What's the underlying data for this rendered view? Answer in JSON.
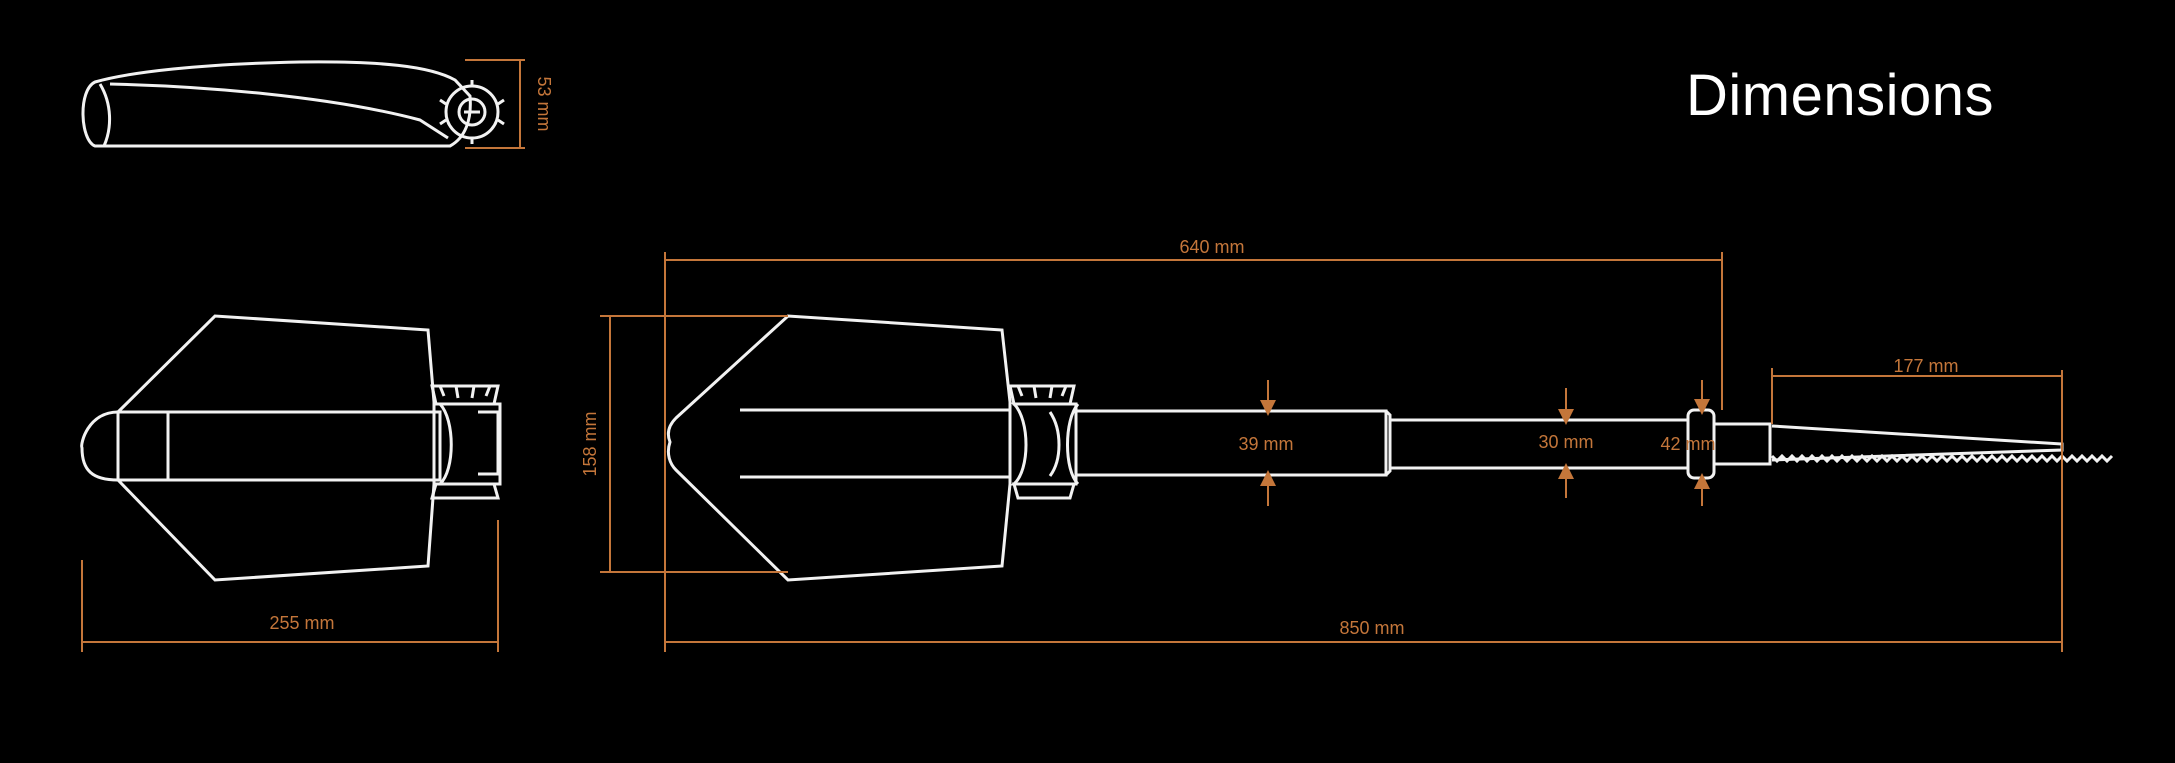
{
  "title": "Dimensions",
  "colors": {
    "background": "#000000",
    "outline": "#f2f2f2",
    "dimension": "#c4763a",
    "title": "#ffffff"
  },
  "dimensions": {
    "folded_height": "53 mm",
    "folded_length": "255 mm",
    "blade_width": "158 mm",
    "handle_length": "640 mm",
    "total_length": "850 mm",
    "saw_length": "177 mm",
    "tube_diameter_1": "39 mm",
    "tube_diameter_2": "30 mm",
    "tube_diameter_3": "42 mm"
  }
}
